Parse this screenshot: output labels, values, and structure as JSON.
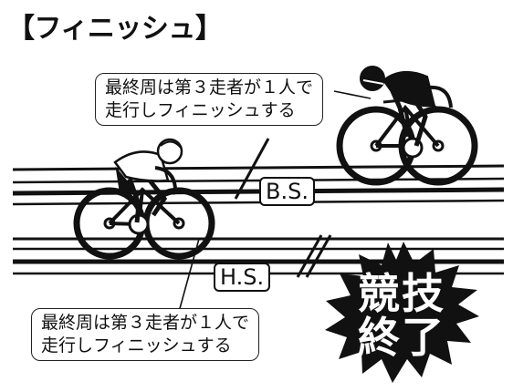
{
  "title": "【フィニッシュ】",
  "callout_top": {
    "line1": "最終周は第３走者が１人で",
    "line2": "走行しフィニッシュする"
  },
  "callout_bottom": {
    "line1": "最終周は第３走者が１人で",
    "line2": "走行しフィニッシュする"
  },
  "lane_labels": {
    "back_straight": "B.S.",
    "home_straight": "H.S."
  },
  "race_end": {
    "line1": "競技",
    "line2": "終了"
  }
}
